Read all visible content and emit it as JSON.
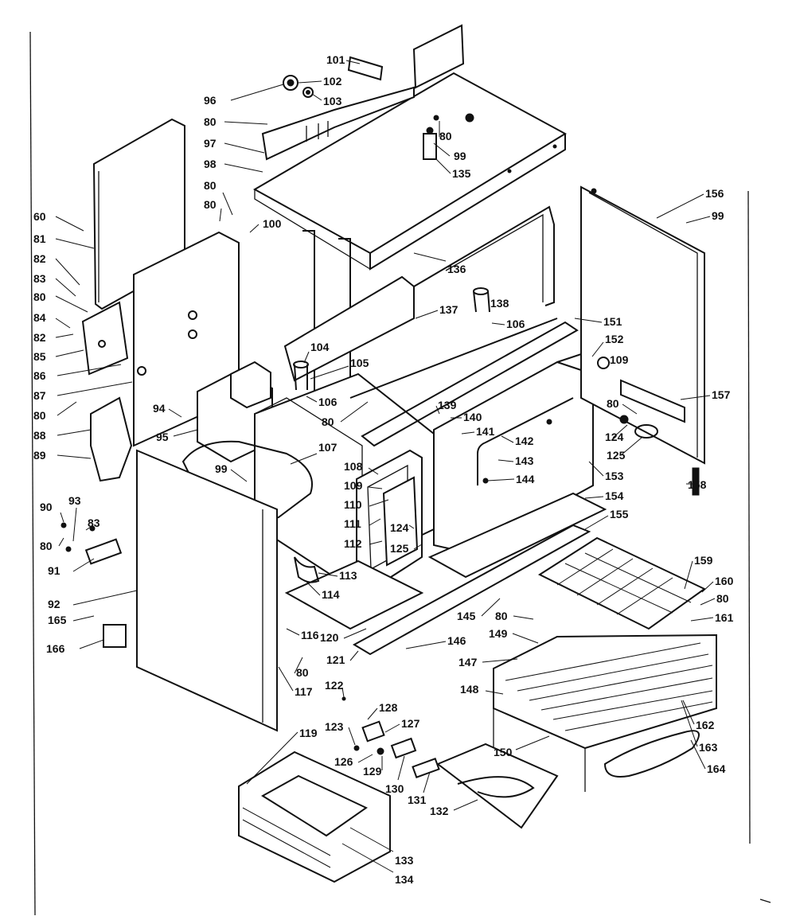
{
  "labels": [
    {
      "id": "l101",
      "text": "101"
    },
    {
      "id": "l102",
      "text": "102"
    },
    {
      "id": "l96",
      "text": "96"
    },
    {
      "id": "l103",
      "text": "103"
    },
    {
      "id": "l80a",
      "text": "80"
    },
    {
      "id": "l97",
      "text": "97"
    },
    {
      "id": "l98",
      "text": "98"
    },
    {
      "id": "l80b",
      "text": "80"
    },
    {
      "id": "l80c",
      "text": "80"
    },
    {
      "id": "l100",
      "text": "100"
    },
    {
      "id": "l80d",
      "text": "80"
    },
    {
      "id": "l99a",
      "text": "99"
    },
    {
      "id": "l135",
      "text": "135"
    },
    {
      "id": "l60",
      "text": "60"
    },
    {
      "id": "l81",
      "text": "81"
    },
    {
      "id": "l82a",
      "text": "82"
    },
    {
      "id": "l83a",
      "text": "83"
    },
    {
      "id": "l80e",
      "text": "80"
    },
    {
      "id": "l84",
      "text": "84"
    },
    {
      "id": "l82b",
      "text": "82"
    },
    {
      "id": "l85",
      "text": "85"
    },
    {
      "id": "l86",
      "text": "86"
    },
    {
      "id": "l87",
      "text": "87"
    },
    {
      "id": "l80f",
      "text": "80"
    },
    {
      "id": "l88",
      "text": "88"
    },
    {
      "id": "l89",
      "text": "89"
    },
    {
      "id": "l94",
      "text": "94"
    },
    {
      "id": "l95",
      "text": "95"
    },
    {
      "id": "l99b",
      "text": "99"
    },
    {
      "id": "l136",
      "text": "136"
    },
    {
      "id": "l137",
      "text": "137"
    },
    {
      "id": "l138",
      "text": "138"
    },
    {
      "id": "l106a",
      "text": "106"
    },
    {
      "id": "l104",
      "text": "104"
    },
    {
      "id": "l105",
      "text": "105"
    },
    {
      "id": "l106b",
      "text": "106"
    },
    {
      "id": "l80g",
      "text": "80"
    },
    {
      "id": "l107",
      "text": "107"
    },
    {
      "id": "l156",
      "text": "156"
    },
    {
      "id": "l99c",
      "text": "99"
    },
    {
      "id": "l151",
      "text": "151"
    },
    {
      "id": "l152",
      "text": "152"
    },
    {
      "id": "l109a",
      "text": "109"
    },
    {
      "id": "l157",
      "text": "157"
    },
    {
      "id": "l80h",
      "text": "80"
    },
    {
      "id": "l139",
      "text": "139"
    },
    {
      "id": "l140",
      "text": "140"
    },
    {
      "id": "l141",
      "text": "141"
    },
    {
      "id": "l142",
      "text": "142"
    },
    {
      "id": "l143",
      "text": "143"
    },
    {
      "id": "l144",
      "text": "144"
    },
    {
      "id": "l124a",
      "text": "124"
    },
    {
      "id": "l125a",
      "text": "125"
    },
    {
      "id": "l153",
      "text": "153"
    },
    {
      "id": "l158",
      "text": "158"
    },
    {
      "id": "l108",
      "text": "108"
    },
    {
      "id": "l109b",
      "text": "109"
    },
    {
      "id": "l110",
      "text": "110"
    },
    {
      "id": "l111",
      "text": "111"
    },
    {
      "id": "l112",
      "text": "112"
    },
    {
      "id": "l124b",
      "text": "124"
    },
    {
      "id": "l125b",
      "text": "125"
    },
    {
      "id": "l154",
      "text": "154"
    },
    {
      "id": "l155",
      "text": "155"
    },
    {
      "id": "l90",
      "text": "90"
    },
    {
      "id": "l93",
      "text": "93"
    },
    {
      "id": "l83b",
      "text": "83"
    },
    {
      "id": "l80i",
      "text": "80"
    },
    {
      "id": "l91",
      "text": "91"
    },
    {
      "id": "l113",
      "text": "113"
    },
    {
      "id": "l114",
      "text": "114"
    },
    {
      "id": "l92",
      "text": "92"
    },
    {
      "id": "l159",
      "text": "159"
    },
    {
      "id": "l160",
      "text": "160"
    },
    {
      "id": "l80j",
      "text": "80"
    },
    {
      "id": "l161",
      "text": "161"
    },
    {
      "id": "l145",
      "text": "145"
    },
    {
      "id": "l80k",
      "text": "80"
    },
    {
      "id": "l149",
      "text": "149"
    },
    {
      "id": "l165",
      "text": "165"
    },
    {
      "id": "l116",
      "text": "116"
    },
    {
      "id": "l120",
      "text": "120"
    },
    {
      "id": "l146",
      "text": "146"
    },
    {
      "id": "l166",
      "text": "166"
    },
    {
      "id": "l121",
      "text": "121"
    },
    {
      "id": "l147",
      "text": "147"
    },
    {
      "id": "l80l",
      "text": "80"
    },
    {
      "id": "l117",
      "text": "117"
    },
    {
      "id": "l122",
      "text": "122"
    },
    {
      "id": "l148",
      "text": "148"
    },
    {
      "id": "l128a",
      "text": "128"
    },
    {
      "id": "l127",
      "text": "127"
    },
    {
      "id": "l123",
      "text": "123"
    },
    {
      "id": "l119",
      "text": "119"
    },
    {
      "id": "l162",
      "text": "162"
    },
    {
      "id": "l150",
      "text": "150"
    },
    {
      "id": "l163",
      "text": "163"
    },
    {
      "id": "l126",
      "text": "126"
    },
    {
      "id": "l129",
      "text": "129"
    },
    {
      "id": "l130",
      "text": "130"
    },
    {
      "id": "l164",
      "text": "164"
    },
    {
      "id": "l131",
      "text": "131"
    },
    {
      "id": "l132",
      "text": "132"
    },
    {
      "id": "l133",
      "text": "133"
    },
    {
      "id": "l134",
      "text": "134"
    }
  ]
}
